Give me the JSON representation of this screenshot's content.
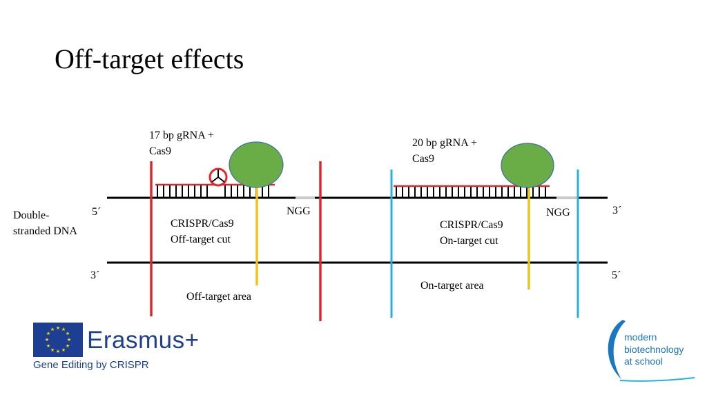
{
  "slide": {
    "title": "Off-target effects"
  },
  "labels": {
    "left_grna_line1": "17 bp gRNA +",
    "left_grna_line2": "Cas9",
    "right_grna_line1": "20 bp gRNA +",
    "right_grna_line2": "Cas9",
    "strand_5_left": "5´",
    "strand_3_right": "3´",
    "strand_3_left": "3´",
    "strand_5_right": "5´",
    "dna_line1": "Double-",
    "dna_line2": "stranded DNA",
    "ngg_left": "NGG",
    "ngg_right": "NGG",
    "off_cut_line1": "CRISPR/Cas9",
    "off_cut_line2": "Off-target cut",
    "on_cut_line1": "CRISPR/Cas9",
    "on_cut_line2": "On-target cut",
    "off_area": "Off-target area",
    "on_area": "On-target area"
  },
  "logos": {
    "erasmus_word": "Erasmus+",
    "erasmus_subtitle": "Gene Editing by CRISPR",
    "mbs_line1": "modern",
    "mbs_line2": "biotechnology",
    "mbs_line3": "at school"
  },
  "colors": {
    "off_target_boundary": "#e3262b",
    "on_target_boundary": "#1fb3dd",
    "cas9": "#6aac46",
    "cut": "#f2c31a",
    "grna": "#e3262b",
    "mismatch_circle": "#e3262b",
    "erasmus_blue": "#1c3f94",
    "mbs_blue": "#1a78c2"
  },
  "icons": {
    "eu_flag": "eu-flag-icon",
    "mismatch": "mismatch-icon"
  }
}
